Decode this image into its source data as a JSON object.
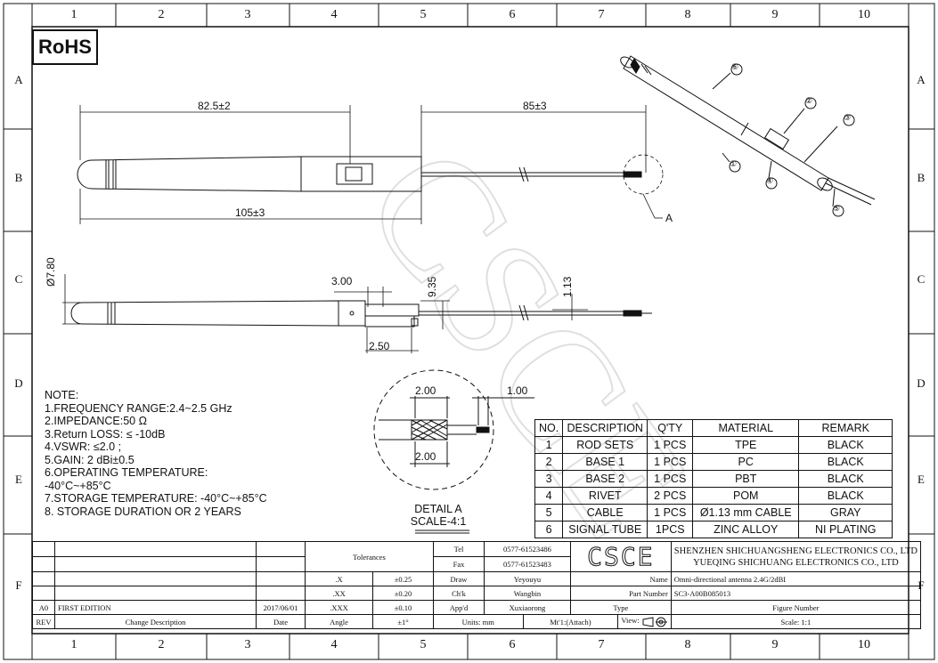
{
  "badge": "RoHS",
  "zones": {
    "columns": [
      "1",
      "2",
      "3",
      "4",
      "5",
      "6",
      "7",
      "8",
      "9",
      "10"
    ],
    "rows": [
      "A",
      "B",
      "C",
      "D",
      "E",
      "F"
    ]
  },
  "dimensions": {
    "top_left": "82.5±2",
    "top_right": "85±3",
    "overall": "105±3",
    "diameter": "Ø7.80",
    "d300": "3.00",
    "d935": "9.35",
    "d113": "1.13",
    "d250": "2.50",
    "detail_200a": "2.00",
    "detail_100": "1.00",
    "detail_200b": "2.00",
    "detail_label": "A"
  },
  "callouts": [
    "①",
    "②",
    "③",
    "④",
    "⑤",
    "⑥"
  ],
  "detail": {
    "title": "DETAIL A",
    "scale": "SCALE-4:1"
  },
  "notes": [
    "NOTE:",
    "1.FREQUENCY RANGE:2.4~2.5 GHz",
    "2.IMPEDANCE:50 Ω",
    "3.Return LOSS: ≤ -10dB",
    "4.VSWR: ≤2.0 ;",
    "5.GAIN: 2 dBi±0.5",
    "6.OPERATING TEMPERATURE:",
    "-40°C~+85°C",
    "7.STORAGE TEMPERATURE: -40°C~+85°C",
    "8. STORAGE DURATION OR 2 YEARS"
  ],
  "bom": {
    "headers": [
      "NO.",
      "DESCRIPTION",
      "Q'TY",
      "MATERIAL",
      "REMARK"
    ],
    "rows": [
      [
        "1",
        "ROD SETS",
        "1 PCS",
        "TPE",
        "BLACK"
      ],
      [
        "2",
        "BASE 1",
        "1 PCS",
        "PC",
        "BLACK"
      ],
      [
        "3",
        "BASE 2",
        "1 PCS",
        "PBT",
        "BLACK"
      ],
      [
        "4",
        "RIVET",
        "2 PCS",
        "POM",
        "BLACK"
      ],
      [
        "5",
        "CABLE",
        "1 PCS",
        "Ø1.13 mm CABLE",
        "GRAY"
      ],
      [
        "6",
        "SIGNAL TUBE",
        "1PCS",
        "ZINC ALLOY",
        "NI PLATING"
      ]
    ]
  },
  "titleblock": {
    "tolerances": "Tolerances",
    "tol_x": ".X",
    "tol_x_val": "±0.25",
    "tol_xx": ".XX",
    "tol_xx_val": "±0.20",
    "tol_xxx": ".XXX",
    "tol_xxx_val": "±0.10",
    "angle": "Angle",
    "angle_val": "±1°",
    "tel_label": "Tel",
    "tel": "0577-61523486",
    "fax_label": "Fax",
    "fax": "0577-61523483",
    "draw_label": "Draw",
    "draw": "Yeyouyu",
    "chk_label": "Ch'k",
    "chk": "Wangbin",
    "appd_label": "App'd",
    "appd": "Xuxiaorong",
    "units": "Units: mm",
    "mt": "Mt'1:(Attach)",
    "logo": "CSCE",
    "company1": "SHENZHEN SHICHUANGSHENG ELECTRONICS CO., LTD",
    "company2": "YUEQING SHICHUANG ELECTRONICS CO., LTD",
    "name_label": "Name",
    "name": "Omni-directional antenna 2.4G/2dBI",
    "part_label": "Part Number",
    "part": "SC3-A00B085013",
    "type_label": "Type",
    "figure_label": "Figure Number",
    "view_label": "View:",
    "scale": "Scale: 1:1",
    "rev_code": "A0",
    "rev_desc": "FIRST EDITION",
    "rev_date": "2017/06/01",
    "rev_header": "REV",
    "change_header": "Change Description",
    "date_header": "Date"
  },
  "watermark": "CSCE"
}
